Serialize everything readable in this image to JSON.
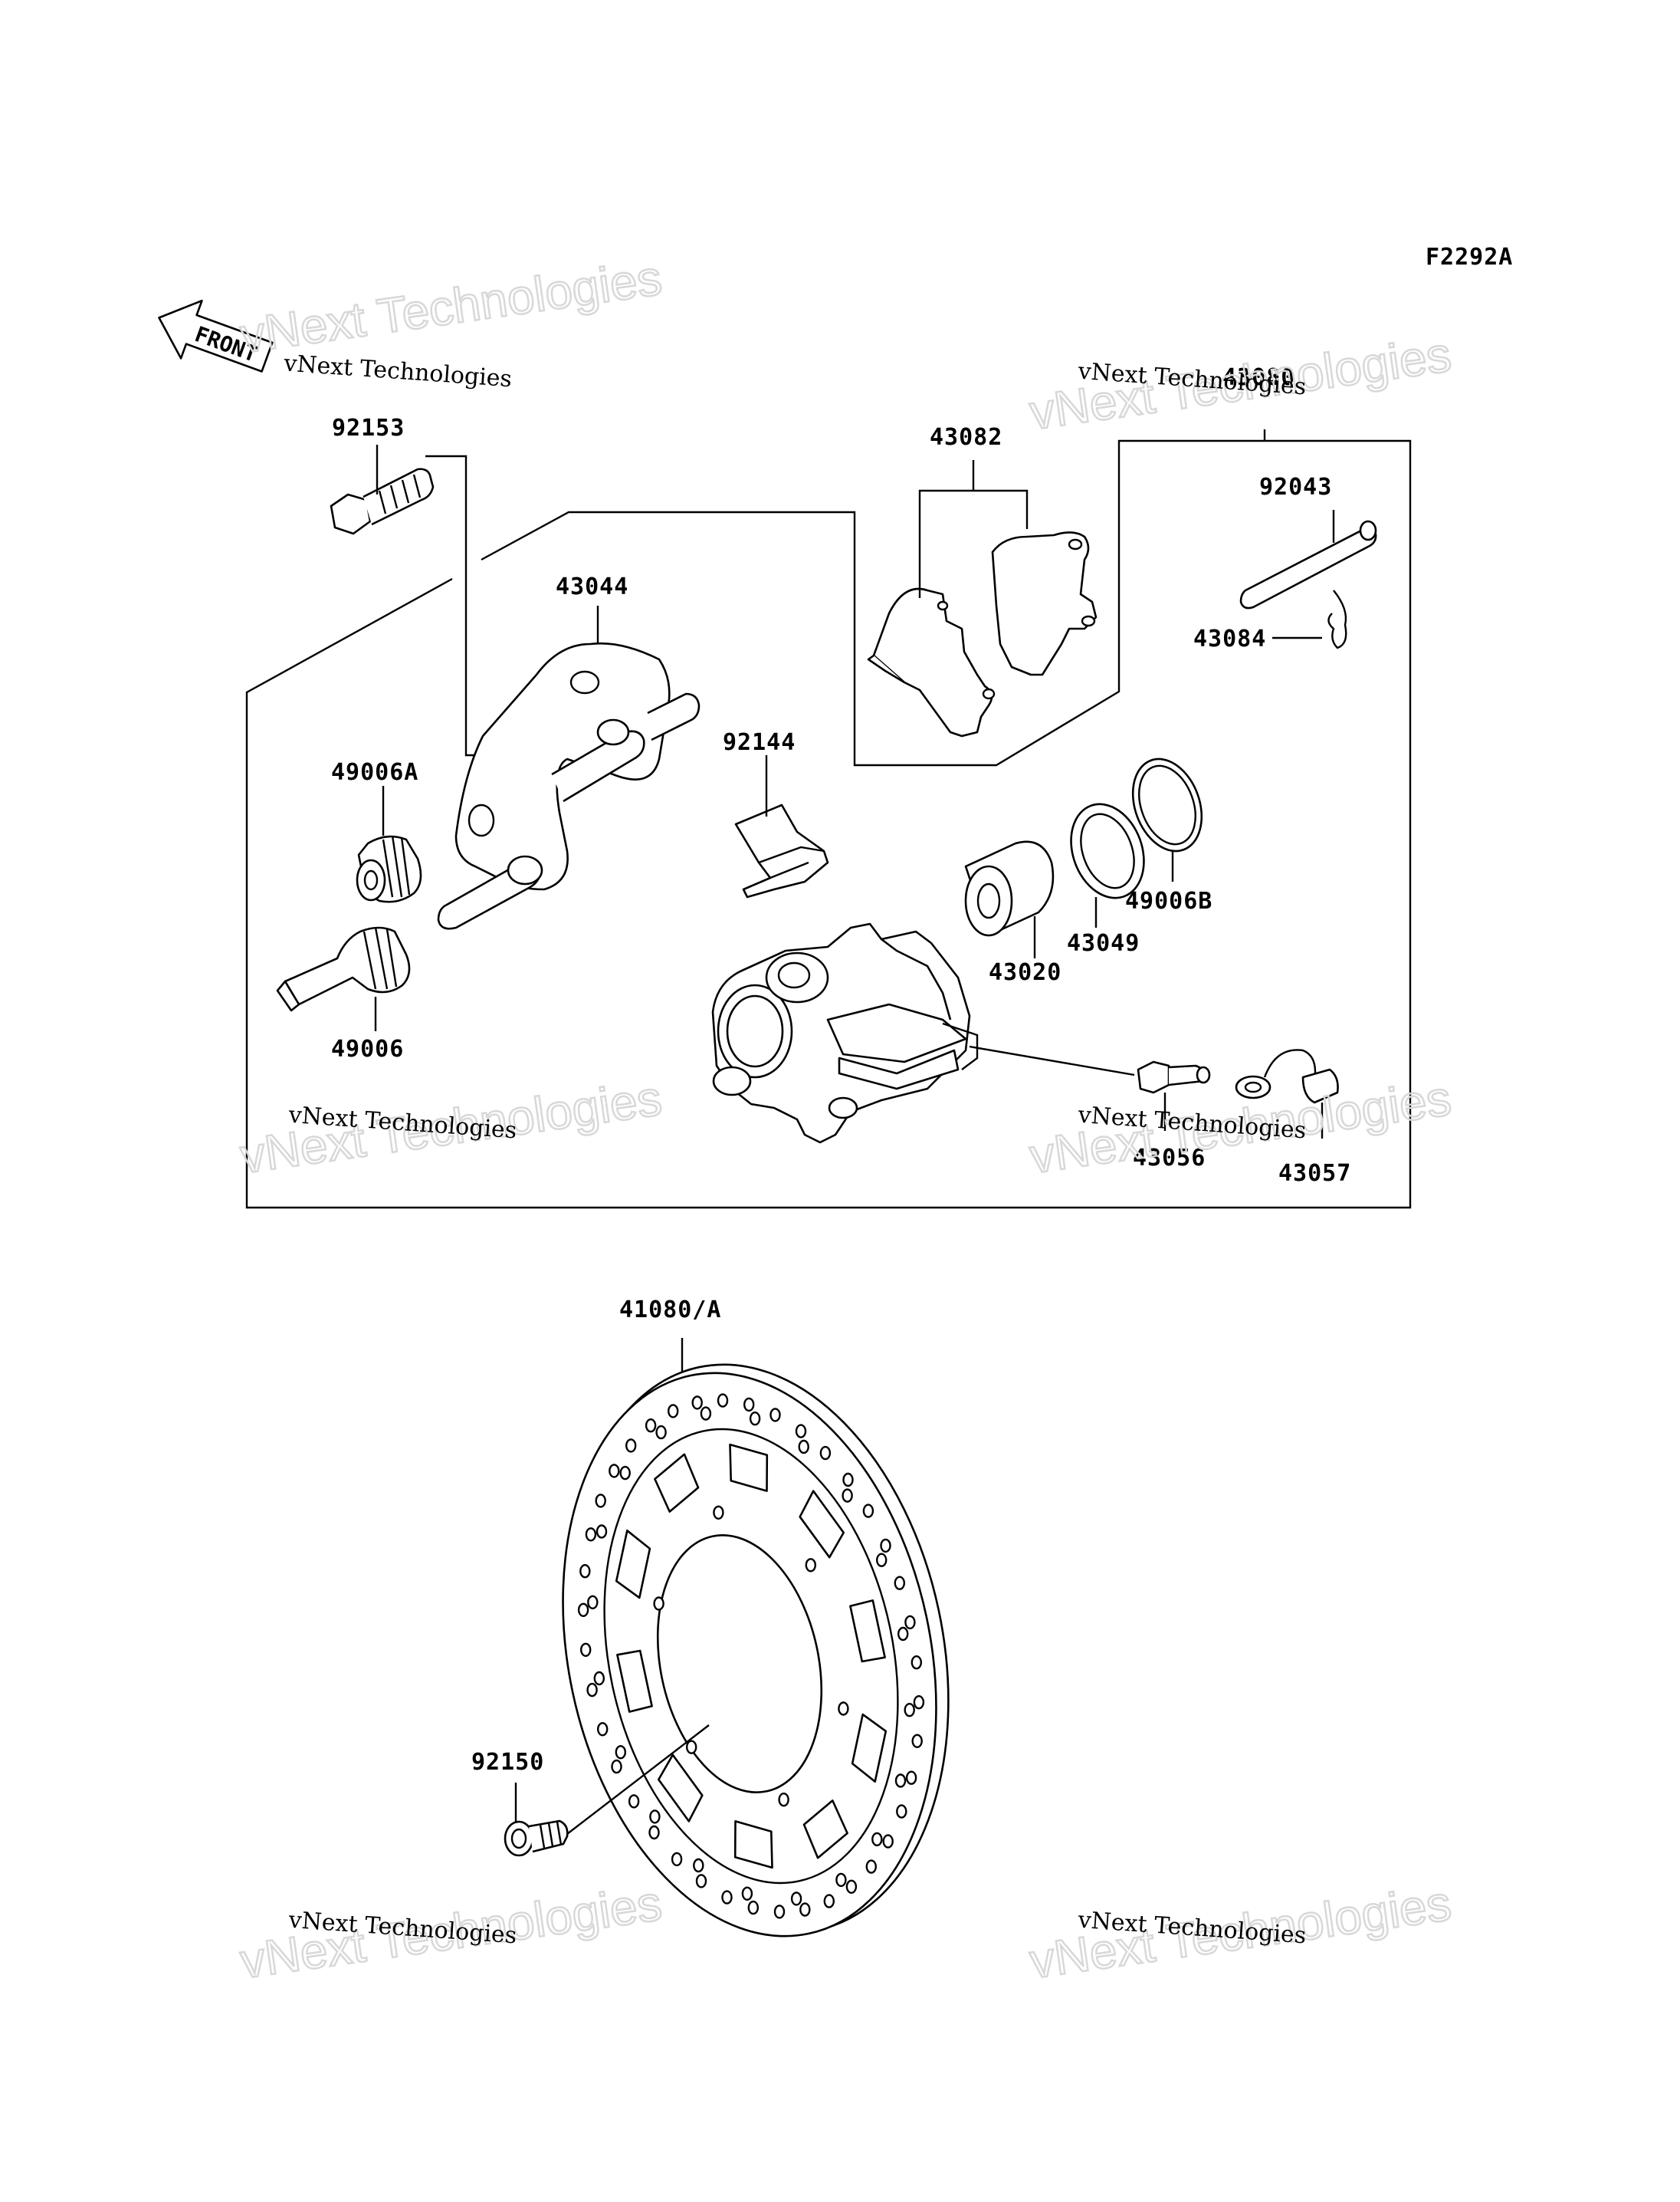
{
  "figure_code": "F2292A",
  "front_label": "FRONT",
  "parts": [
    {
      "id": "p92153",
      "number": "92153"
    },
    {
      "id": "p43044",
      "number": "43044"
    },
    {
      "id": "p43082",
      "number": "43082"
    },
    {
      "id": "p43080",
      "number": "43080"
    },
    {
      "id": "p92043",
      "number": "92043"
    },
    {
      "id": "p43084",
      "number": "43084"
    },
    {
      "id": "p92144",
      "number": "92144"
    },
    {
      "id": "p49006A",
      "number": "49006A"
    },
    {
      "id": "p49006B",
      "number": "49006B"
    },
    {
      "id": "p43049",
      "number": "43049"
    },
    {
      "id": "p43020",
      "number": "43020"
    },
    {
      "id": "p49006",
      "number": "49006"
    },
    {
      "id": "p43056",
      "number": "43056"
    },
    {
      "id": "p43057",
      "number": "43057"
    },
    {
      "id": "p41080A",
      "number": "41080/A"
    },
    {
      "id": "p92150",
      "number": "92150"
    }
  ],
  "watermarks": [
    {
      "line1": "vNext Technologies",
      "line2": "vNext Technologies"
    },
    {
      "line1": "vNext Technologies",
      "line2": "vNext Technologies"
    },
    {
      "line1": "vNext Technologies",
      "line2": "vNext Technologies"
    },
    {
      "line1": "vNext Technologies",
      "line2": "vNext Technologies"
    },
    {
      "line1": "vNext Technologies",
      "line2": "vNext Technologies"
    },
    {
      "line1": "vNext Technologies",
      "line2": "vNext Technologies"
    }
  ]
}
